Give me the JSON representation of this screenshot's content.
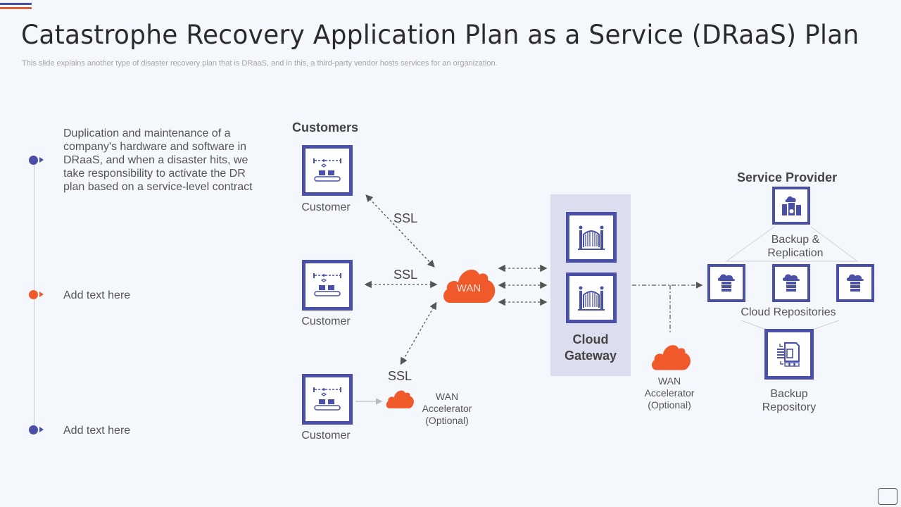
{
  "header": {
    "title": "Catastrophe Recovery Application Plan as a Service (DRaaS) Plan",
    "subtitle": "This slide explains another type of disaster recovery plan that is DRaaS, and in this, a third-party vendor hosts services for an organization."
  },
  "timeline": {
    "items": [
      {
        "text": "Duplication and maintenance of a company's hardware and software in DRaaS, and when a disaster hits, we take responsibility to activate the DR plan based on a service-level contract",
        "color": "#4a4fa8"
      },
      {
        "text": "Add text here",
        "color": "#f0592a"
      },
      {
        "text": "Add text here",
        "color": "#4a4fa8"
      }
    ]
  },
  "diagram": {
    "customers_heading": "Customers",
    "customers": [
      {
        "label": "Customer",
        "icon": "conveyor-robot-icon"
      },
      {
        "label": "Customer",
        "icon": "conveyor-robot-icon"
      },
      {
        "label": "Customer",
        "icon": "conveyor-robot-icon"
      }
    ],
    "ssl_labels": [
      "SSL",
      "SSL",
      "SSL"
    ],
    "wan_label": "WAN",
    "wan_accelerator_left": [
      "WAN",
      "Accelerator",
      "(Optional)"
    ],
    "gateway": {
      "label_line1": "Cloud",
      "label_line2": "Gateway",
      "icon": "gate-icon"
    },
    "wan_accelerator_right": [
      "WAN",
      "Accelerator",
      "(Optional)"
    ],
    "service_provider": {
      "heading": "Service Provider",
      "backup_replication": [
        "Backup &",
        "Replication"
      ],
      "cloud_repositories": "Cloud Repositories",
      "backup_repository": [
        "Backup",
        "Repository"
      ]
    },
    "colors": {
      "primary": "#4a4fa8",
      "accent": "#f0592a",
      "gateway_bg": "#dcdef0"
    }
  }
}
